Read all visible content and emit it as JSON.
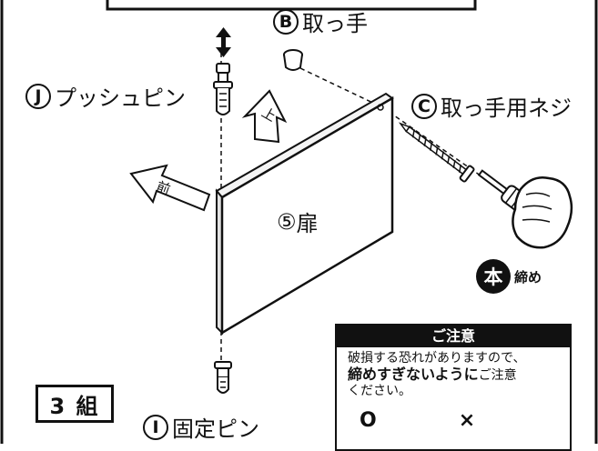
{
  "labels": {
    "handle": {
      "mark": "B",
      "text": "取っ手"
    },
    "push_pin": {
      "mark": "J",
      "text": "プッシュピン"
    },
    "handle_screw": {
      "mark": "C",
      "text": "取っ手用ネジ"
    },
    "door": {
      "mark": "⑤",
      "text": "扉"
    },
    "fixing_pin": {
      "mark": "I",
      "text": "固定ピン"
    },
    "up_arrow": "上",
    "front_arrow": "前"
  },
  "tighten": {
    "badge": "本",
    "text": "締め"
  },
  "caution": {
    "title": "ご注意",
    "line1": "破損する恐れがありますので、",
    "line2_bold": "締めすぎないように",
    "line2_rest": "ご注意",
    "line3": "ください。",
    "ok_mark": "O",
    "ng_mark": "×"
  },
  "set_label": "3 組"
}
